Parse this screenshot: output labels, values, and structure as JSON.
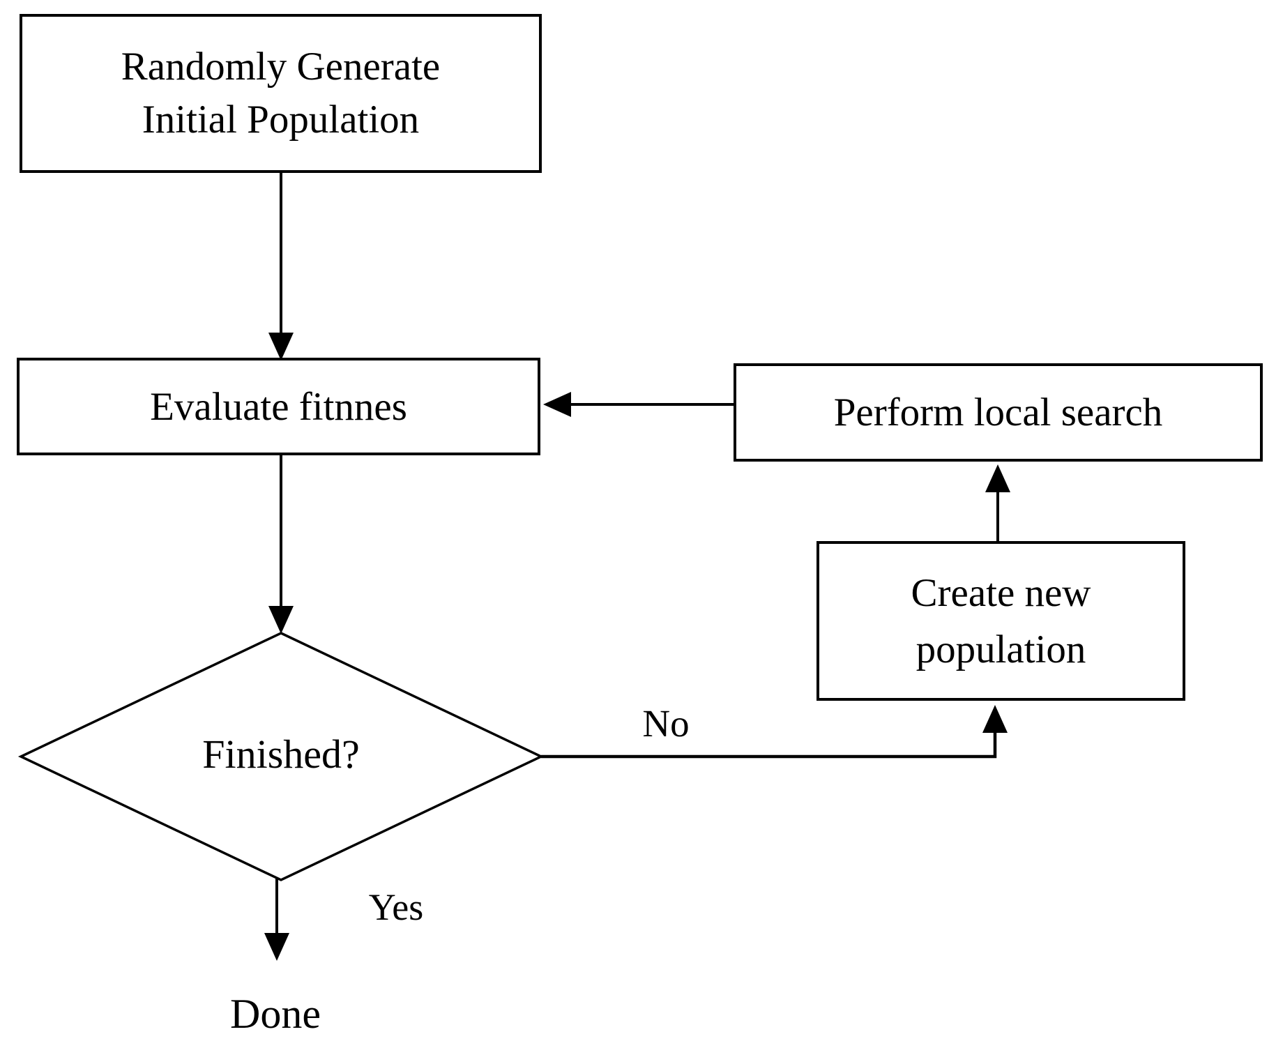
{
  "diagram": {
    "type": "flowchart",
    "colors": {
      "background": "#ffffff",
      "line": "#000000",
      "text": "#000000",
      "node_fill": "#ffffff"
    },
    "nodes": {
      "init": {
        "shape": "rectangle",
        "line1": "Randomly Generate",
        "line2": "Initial Population"
      },
      "evaluate": {
        "shape": "rectangle",
        "label": "Evaluate fitnnes"
      },
      "local_search": {
        "shape": "rectangle",
        "label": "Perform local search"
      },
      "new_population": {
        "shape": "rectangle",
        "line1": "Create new",
        "line2": "population"
      },
      "decision": {
        "shape": "diamond",
        "label": "Finished?"
      },
      "done": {
        "shape": "label",
        "label": "Done"
      }
    },
    "edges": {
      "yes": "Yes",
      "no": "No"
    }
  }
}
